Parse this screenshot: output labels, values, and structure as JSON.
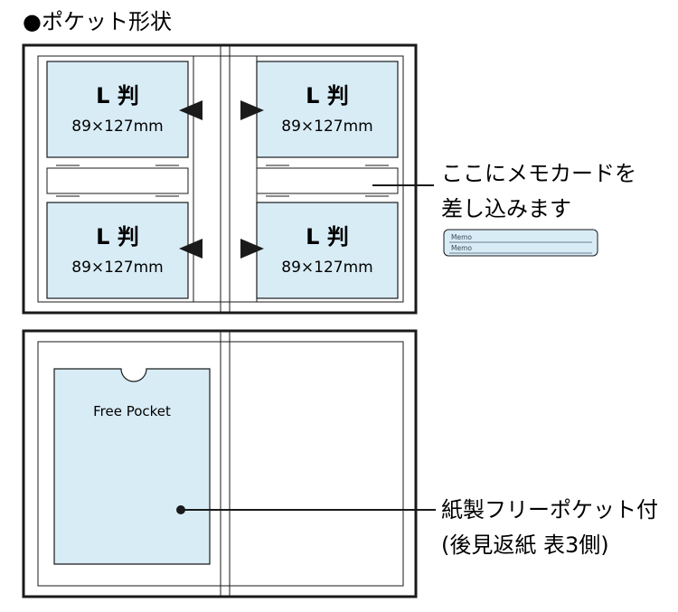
{
  "title": "●ポケット形状",
  "top_album": {
    "pockets": [
      {
        "label": "L 判",
        "size": "89×127mm"
      },
      {
        "label": "L 判",
        "size": "89×127mm"
      },
      {
        "label": "L 判",
        "size": "89×127mm"
      },
      {
        "label": "L 判",
        "size": "89×127mm"
      }
    ],
    "memo_callout": [
      "ここにメモカードを",
      "差し込みます"
    ],
    "memo_card_lines": [
      "Memo",
      "Memo"
    ]
  },
  "bottom_album": {
    "free_pocket_label": "Free Pocket",
    "callout": [
      "紙製フリーポケット付",
      "(後見返紙 表3側)"
    ]
  },
  "colors": {
    "pocket_fill": "#d8ecf6",
    "memo_card_fill": "#d8ecf6",
    "outline": "#1a1a1a"
  }
}
